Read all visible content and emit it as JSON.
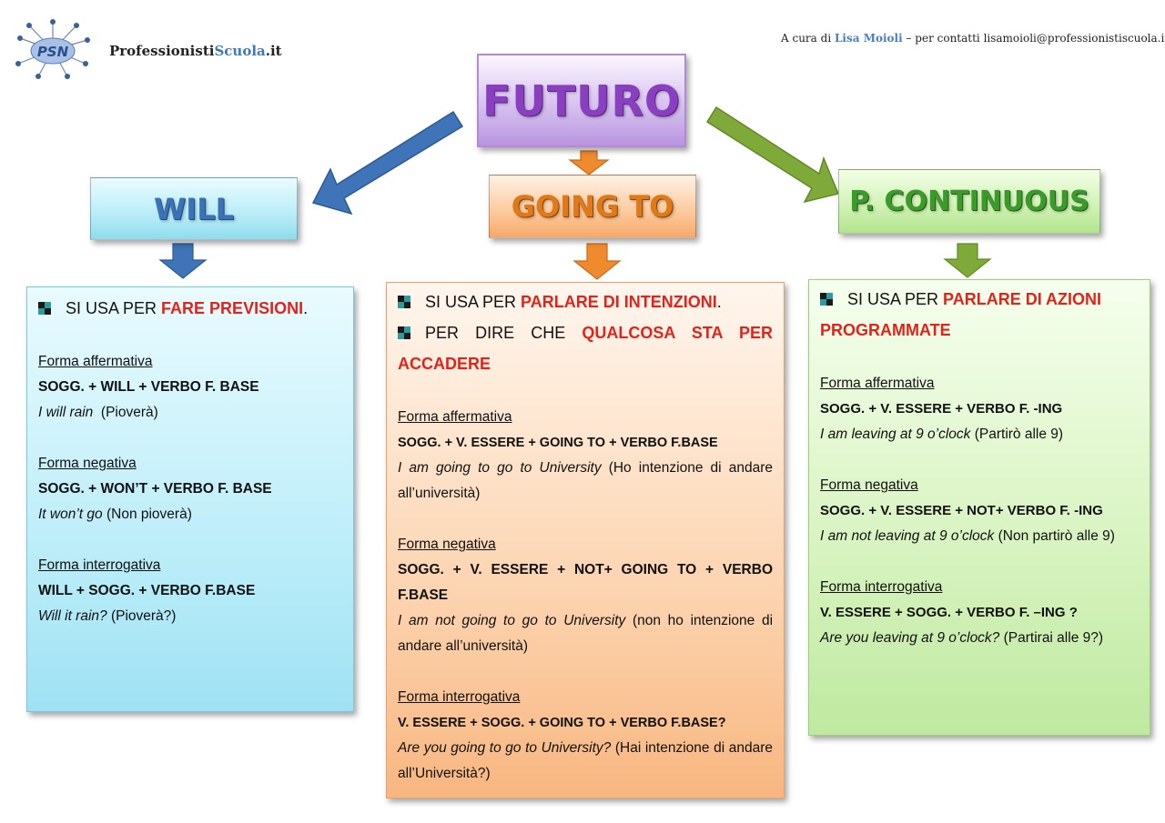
{
  "header": {
    "brand_a": "Professionisti",
    "brand_b": "Scuola",
    "brand_c": ".it",
    "logo_text": "PSN",
    "credit_prefix": "A cura di",
    "credit_author": "Lisa Moioli",
    "credit_suffix": " – per contatti  lisamoioli@professionistiscuola.it"
  },
  "diagram": {
    "root": "FUTURO",
    "will": {
      "title": "WILL",
      "b1_pre": "SI USA PER ",
      "b1_hl": "FARE PREVISIONI",
      "b1_post": ".",
      "aff_head": "Forma affermativa",
      "aff_formula": "SOGG. + WILL + VERBO F. BASE",
      "aff_ex": "I will rain",
      "aff_tr": "  (Pioverà)",
      "neg_head": "Forma negativa",
      "neg_formula": "SOGG. + WON’T + VERBO F. BASE",
      "neg_ex": "It won’t go",
      "neg_tr": " (Non pioverà)",
      "int_head": "Forma interrogativa",
      "int_formula": "WILL + SOGG. + VERBO F.BASE",
      "int_ex": "Will it rain?",
      "int_tr": " (Pioverà?)"
    },
    "going": {
      "title": "GOING TO",
      "b1_pre": "SI USA PER ",
      "b1_hl": "PARLARE DI INTENZIONI",
      "b1_post": ".",
      "b2_pre": "PER DIRE CHE ",
      "b2_hl": "QUALCOSA STA PER ACCADERE",
      "aff_head": "Forma affermativa",
      "aff_formula": "SOGG. + V. ESSERE + GOING TO + VERBO F.BASE",
      "aff_ex": "I am going to go to University",
      "aff_tr": " (Ho intenzione di andare all’università)",
      "neg_head": "Forma negativa",
      "neg_formula": "SOGG. + V. ESSERE + NOT+ GOING TO + VERBO F.BASE",
      "neg_ex": "I am not going to go to University",
      "neg_tr": " (non ho intenzione di andare all’università)",
      "int_head": "Forma interrogativa",
      "int_formula": "V. ESSERE + SOGG. + GOING TO + VERBO F.BASE?",
      "int_ex": "Are you going to go to University?",
      "int_tr": " (Hai intenzione di andare all’Università?)"
    },
    "pcont": {
      "title": "P. CONTINUOUS",
      "b1_pre": "SI USA PER ",
      "b1_hl": "PARLARE DI AZIONI PROGRAMMATE",
      "aff_head": "Forma affermativa",
      "aff_formula": "SOGG. + V. ESSERE + VERBO F. -ING",
      "aff_ex": "I am leaving at 9 o’clock",
      "aff_tr": " (Partirò alle 9)",
      "neg_head": "Forma negativa",
      "neg_formula": "SOGG. + V. ESSERE + NOT+ VERBO F. -ING",
      "neg_ex": "I am not leaving at 9 o’clock",
      "neg_tr": " (Non partirò alle 9)",
      "int_head": "Forma interrogativa",
      "int_formula": "V. ESSERE + SOGG. + VERBO F. –ING ?",
      "int_ex": "Are you leaving at 9 o’clock?",
      "int_tr": " (Partirai alle 9?)"
    },
    "colors": {
      "highlight": "#e0241c",
      "will_arrow": "#3f74b8",
      "going_arrow": "#ef8a2e",
      "pcont_arrow": "#7faa3a"
    }
  }
}
